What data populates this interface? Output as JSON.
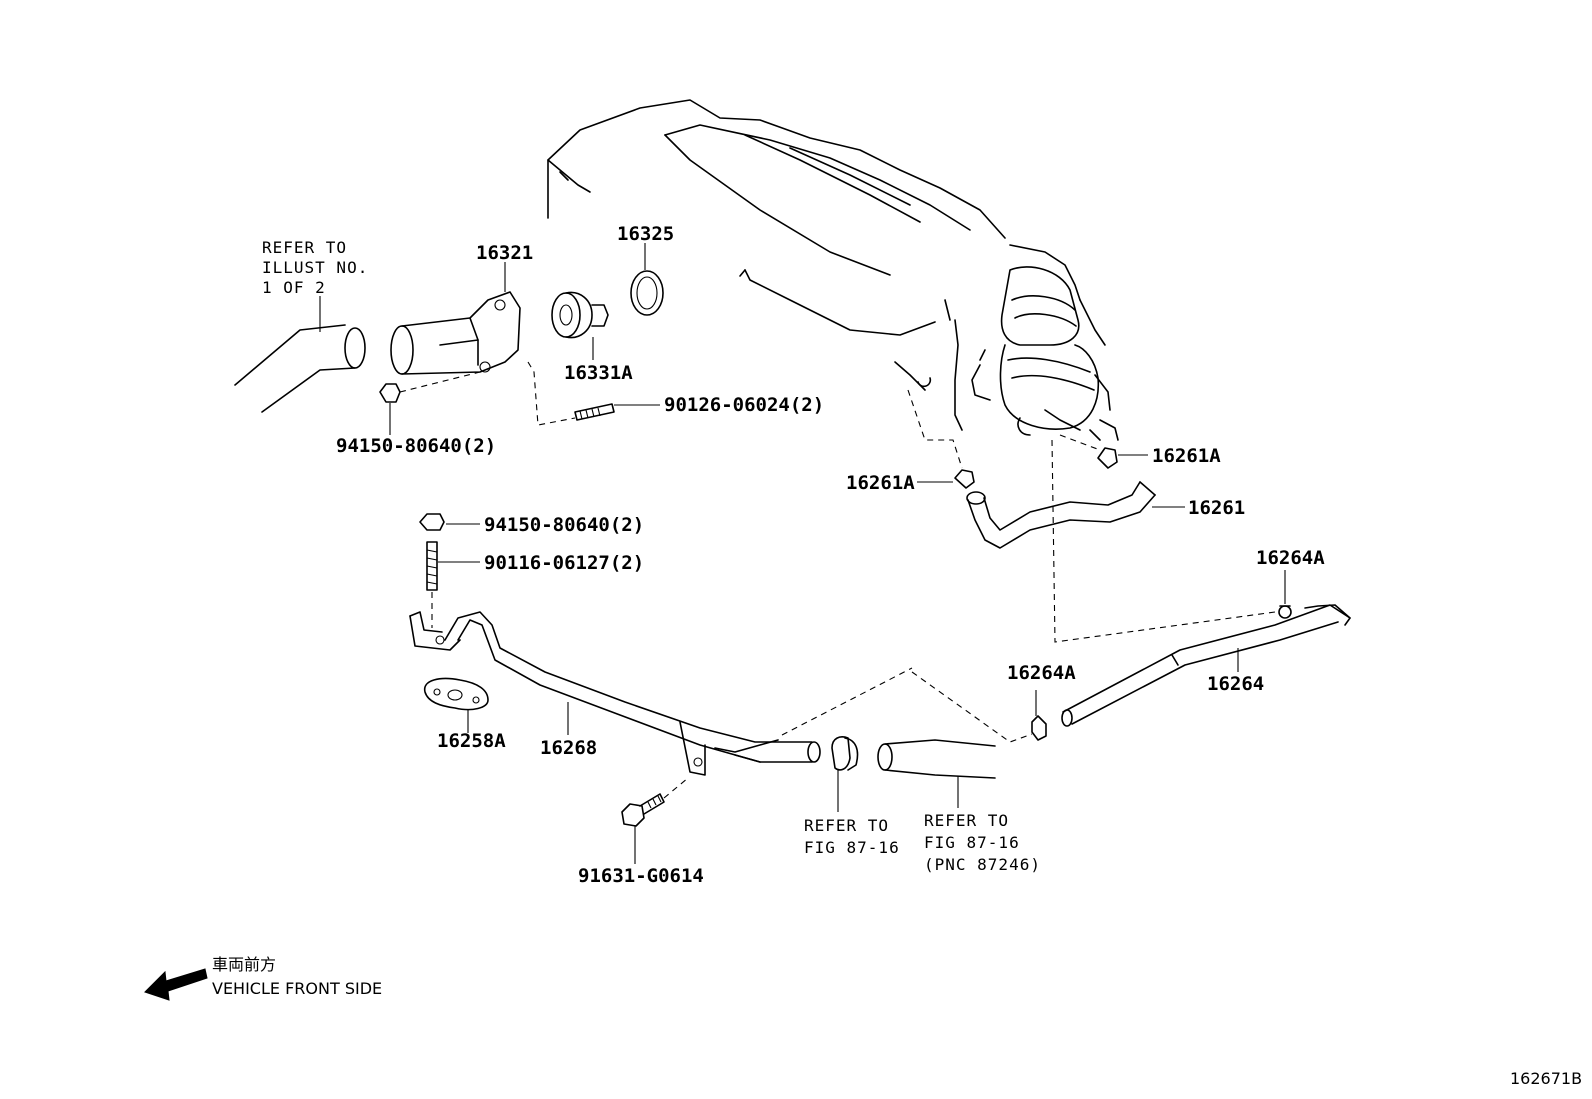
{
  "labels": {
    "refer_illust": [
      "REFER TO",
      "ILLUST NO.",
      "1 OF 2"
    ],
    "p16321": "16321",
    "p16325": "16325",
    "p16331A": "16331A",
    "p94150_top": "94150-80640(2)",
    "p90126": "90126-06024(2)",
    "p16261A_left": "16261A",
    "p16261A_right": "16261A",
    "p16261": "16261",
    "p94150_mid": "94150-80640(2)",
    "p90116": "90116-06127(2)",
    "p16264A_top": "16264A",
    "p16264A_mid": "16264A",
    "p16264": "16264",
    "p16258A": "16258A",
    "p16268": "16268",
    "refer_fig_a": [
      "REFER TO",
      "FIG 87-16"
    ],
    "refer_fig_b": [
      "REFER TO",
      "FIG 87-16",
      "(PNC 87246)"
    ],
    "p91631": "91631-G0614",
    "front_jp": "車両前方",
    "front_en": "VEHICLE FRONT SIDE",
    "figure_id": "162671B"
  }
}
